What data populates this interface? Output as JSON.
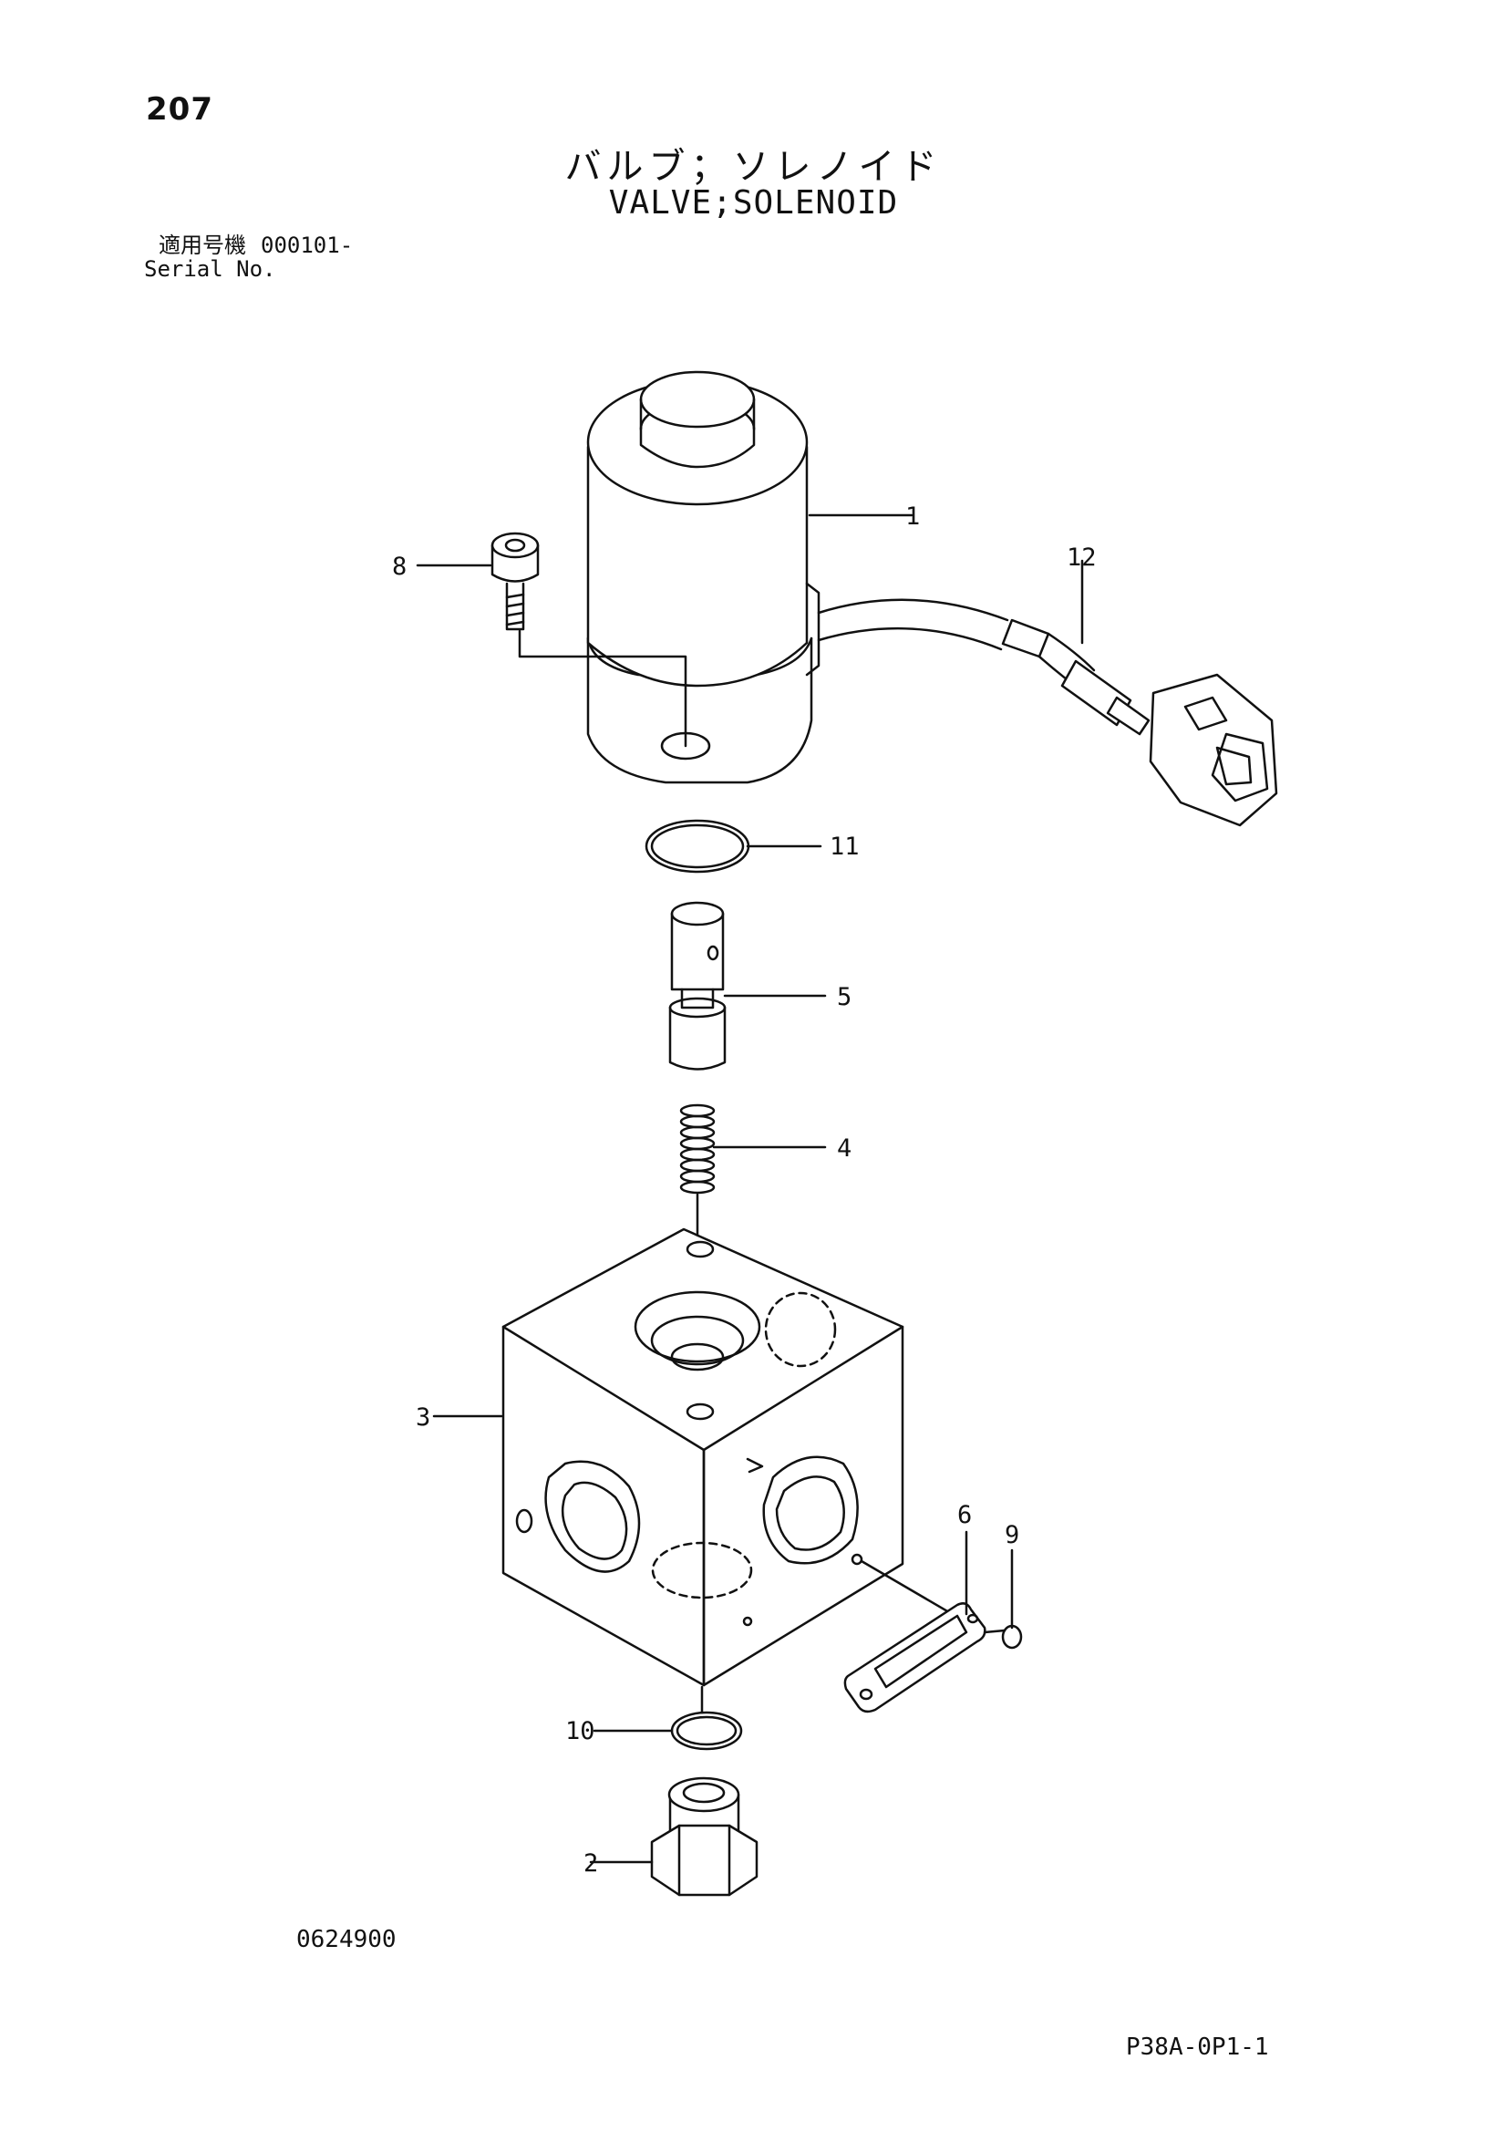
{
  "page_number": "207",
  "title_jp": "バルブ；ソレノイド",
  "title_en": "VALVE;SOLENOID",
  "serial": {
    "label_jp": "適用号機",
    "range": "000101-",
    "label_en": "Serial No."
  },
  "callouts": {
    "c1": "1",
    "c2": "2",
    "c3": "3",
    "c4": "4",
    "c5": "5",
    "c6": "6",
    "c8": "8",
    "c9": "9",
    "c10": "10",
    "c11": "11",
    "c12": "12"
  },
  "drawing_code": "0624900",
  "sheet_code": "P38A-0P1-1",
  "colors": {
    "ink": "#111111",
    "paper": "#ffffff"
  }
}
